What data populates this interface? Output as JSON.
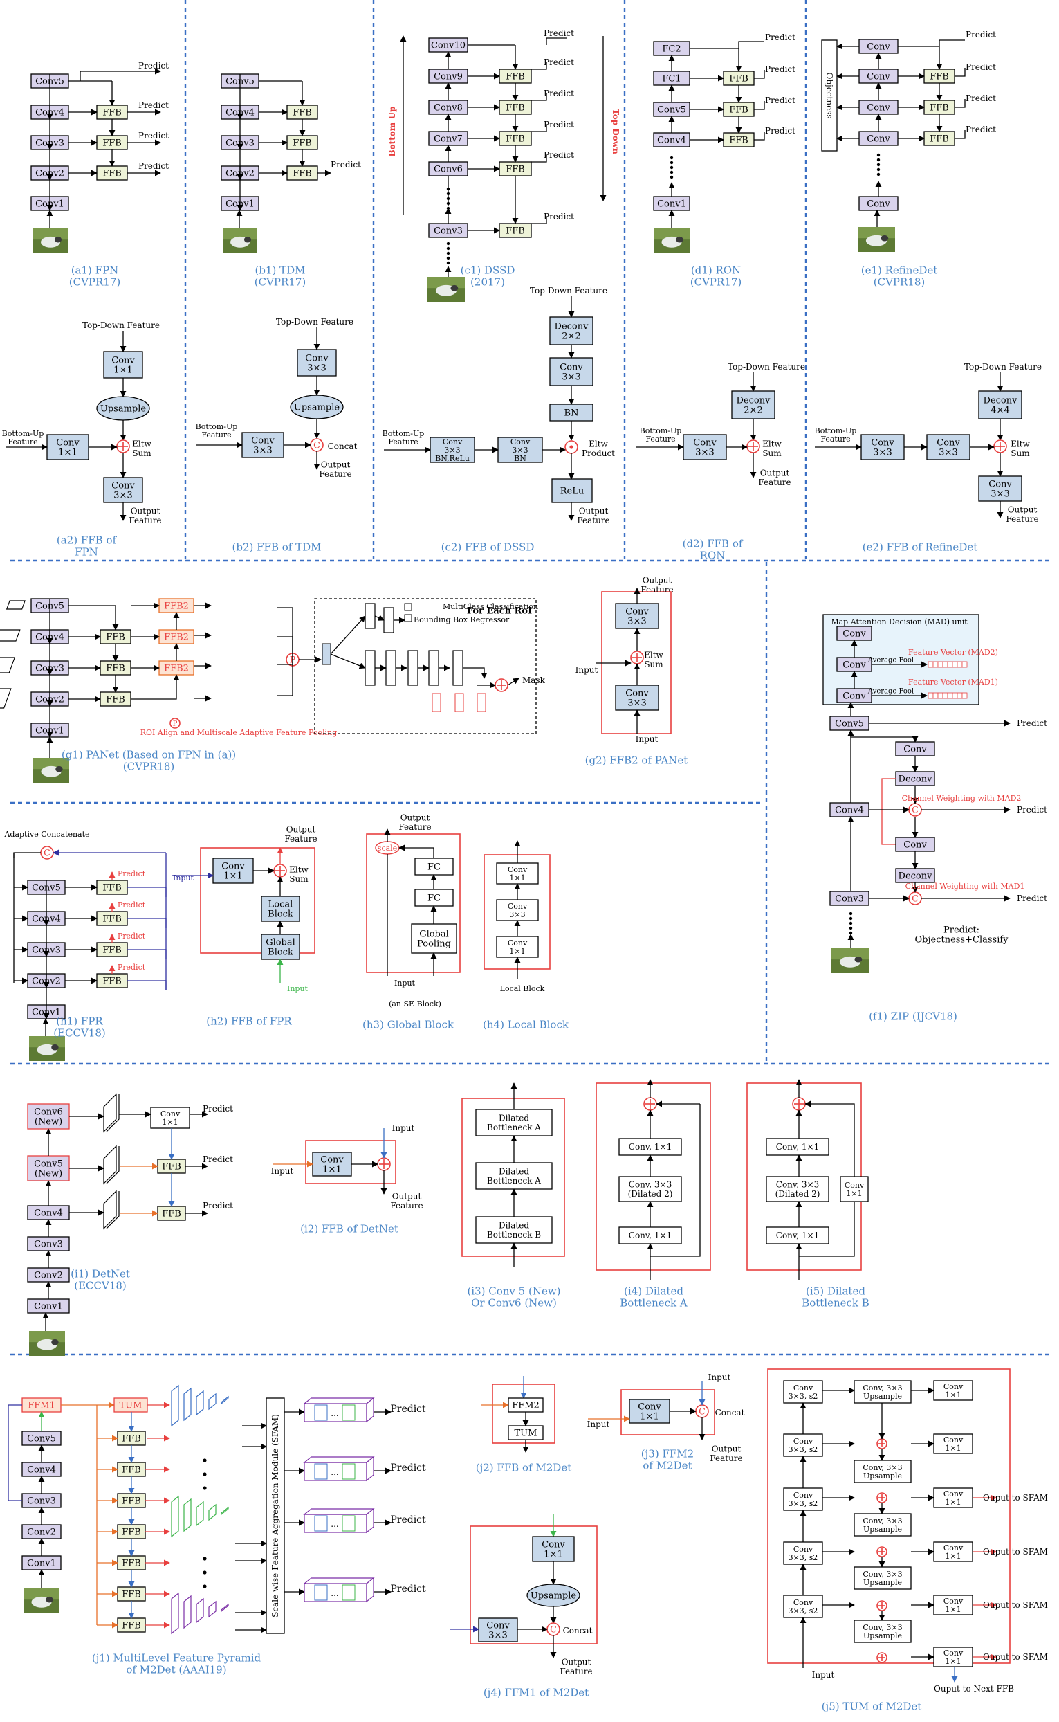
{
  "labels": {
    "conv": "Conv",
    "conv1": "Conv1",
    "conv2": "Conv2",
    "conv3": "Conv3",
    "conv4": "Conv4",
    "conv5": "Conv5",
    "conv6": "Conv6",
    "conv7": "Conv7",
    "conv8": "Conv8",
    "conv9": "Conv9",
    "conv10": "Conv10",
    "conv6_new": "Conv6 (New)",
    "conv5_new": "Conv5 (New)",
    "ffb": "FFB",
    "ffb2": "FFB2",
    "fc": "FC",
    "fc1": "FC1",
    "fc2": "FC2",
    "predict": "Predict",
    "objectness": "Objectness",
    "bottom_up": "Bottom Up",
    "top_down": "Top Down",
    "top_down_feature": "Top-Down Feature",
    "bottom_up_feature": "Bottom-Up Feature",
    "output_feature": "Output Feature",
    "input": "Input",
    "conv1x1": "Conv 1×1",
    "conv3x3": "Conv 3×3",
    "upsample": "Upsample",
    "eltw_sum": "Eltw Sum",
    "eltw_product": "Eltw Product",
    "concat": "Concat",
    "deconv2x2": "Deconv 2×2",
    "deconv4x4": "Deconv 4×4",
    "deconv": "Deconv",
    "bn": "BN",
    "relu": "ReLu",
    "conv3x3_bnrelu": "Conv 3×3 BN,ReLu",
    "conv3x3_bn": "Conv 3×3 BN",
    "roi_note": "ROI Align and Multiscale Adaptive Feature Pooling",
    "for_each_roi": "For Each RoI",
    "multiclass": "MultiClass Classification",
    "bbox_regressor": "Bounding Box Regressor",
    "mask": "Mask",
    "mad_unit": "Map Attention Decision (MAD) unit",
    "average_pool": "Average Pool",
    "feature_vector_mad2": "Feature Vector (MAD2)",
    "feature_vector_mad1": "Feature Vector (MAD1)",
    "channel_weighting_mad2": "Channel Weighting with MAD2",
    "channel_weighting_mad1": "Channel Weighting with MAD1",
    "predict_objectness": "Predict: Objectness+Classify",
    "adaptive_concatenate": "Adaptive Concatenate",
    "local_block": "Local Block",
    "global_block": "Global Block",
    "global_pooling": "Global Pooling",
    "scale": "scale",
    "an_se_block": "(an SE Block)",
    "dilated_bottleneck_a": "Dilated Bottleneck A",
    "dilated_bottleneck_b": "Dilated Bottleneck B",
    "conv_1x1": "Conv, 1×1",
    "conv_3x3_dilated": "Conv, 3×3 (Dilated 2)",
    "ffm1": "FFM1",
    "ffm2": "FFM2",
    "tum": "TUM",
    "sfam": "Scale wise Feature Aggregation Module (SFAM)",
    "conv3x3_s2": "Conv 3×3, s2",
    "conv3x3_upsample": "Conv, 3×3 Upsample",
    "output_to_sfam": "Ouput to SFAM",
    "output_to_next_ffb": "Ouput to Next FFB"
  },
  "captions": {
    "a1": [
      "(a1) FPN",
      "(CVPR17)"
    ],
    "b1": [
      "(b1) TDM",
      "(CVPR17)"
    ],
    "c1": [
      "(c1) DSSD",
      "(2017)"
    ],
    "d1": [
      "(d1) RON",
      "(CVPR17)"
    ],
    "e1": [
      "(e1) RefineDet",
      "(CVPR18)"
    ],
    "a2": [
      "(a2) FFB of",
      "FPN"
    ],
    "b2": [
      "(b2) FFB of TDM"
    ],
    "c2": [
      "(c2) FFB of DSSD"
    ],
    "d2": [
      "(d2) FFB of",
      "RON"
    ],
    "e2": [
      "(e2) FFB of RefineDet"
    ],
    "g1": [
      "(g1) PANet (Based on FPN in (a))",
      "(CVPR18)"
    ],
    "g2": [
      "(g2) FFB2 of PANet"
    ],
    "f1": [
      "(f1) ZIP (IJCV18)"
    ],
    "h1": [
      "(h1) FPR",
      "(ECCV18)"
    ],
    "h2": [
      "(h2) FFB of FPR"
    ],
    "h3": [
      "(h3) Global Block"
    ],
    "h4": [
      "(h4) Local Block"
    ],
    "i1": [
      "(i1) DetNet",
      "(ECCV18)"
    ],
    "i2": [
      "(i2) FFB of DetNet"
    ],
    "i3": [
      "(i3) Conv 5 (New)",
      "Or Conv6 (New)"
    ],
    "i4": [
      "(i4) Dilated",
      "Bottleneck A"
    ],
    "i5": [
      "(i5) Dilated",
      "Bottleneck B"
    ],
    "j1": [
      "(j1) MultiLevel Feature Pyramid",
      "of M2Det (AAAI19)"
    ],
    "j2": [
      "(j2) FFB of M2Det"
    ],
    "j3": [
      "(j3) FFM2",
      "of M2Det"
    ],
    "j4": [
      "(j4) FFM1 of M2Det"
    ],
    "j5": [
      "(j5) TUM of M2Det"
    ]
  },
  "colors": {
    "conv_fill": "#d9d3ec",
    "ffb_fill": "#eef3d8",
    "block_fill": "#c7d8ea",
    "red": "#e8403f",
    "blue_caption": "#4a86c6",
    "divider": "#3a6fc4",
    "orange": "#e8712a",
    "green": "#3cb54a",
    "purple": "#7b2fa6"
  }
}
